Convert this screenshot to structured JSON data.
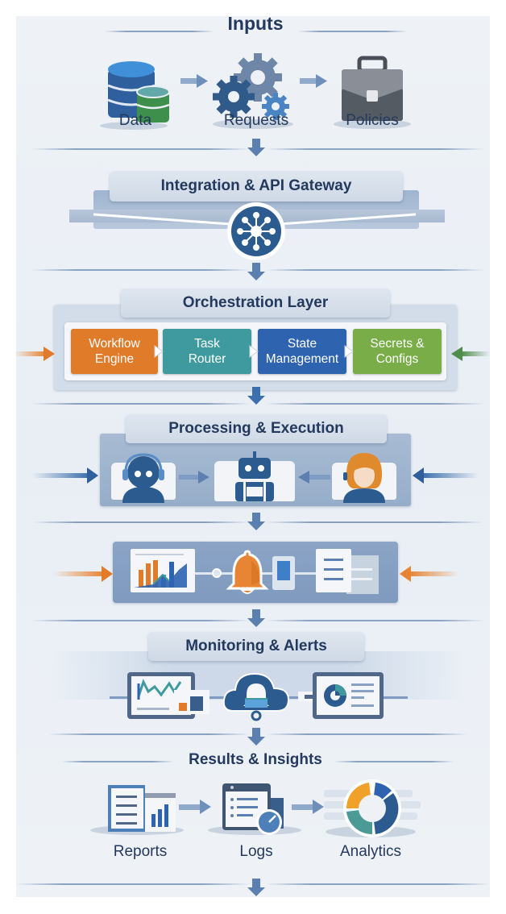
{
  "inputs": {
    "title": "Inputs",
    "items": [
      {
        "label": "Data",
        "icon": "database-icon"
      },
      {
        "label": "Requests",
        "icon": "gears-icon"
      },
      {
        "label": "Policies",
        "icon": "briefcase-icon"
      }
    ]
  },
  "gateway": {
    "title": "Integration & API Gateway",
    "icon": "hub-network-icon"
  },
  "orchestration": {
    "title": "Orchestration Layer",
    "components": [
      {
        "line1": "Workflow",
        "line2": "Engine",
        "color": "#e07b2a"
      },
      {
        "line1": "Task",
        "line2": "Router",
        "color": "#3e9a9e"
      },
      {
        "line1": "State",
        "line2": "Management",
        "color": "#2e63b0"
      },
      {
        "line1": "Secrets &",
        "line2": "Configs",
        "color": "#78ad48"
      }
    ],
    "left_arrow_color": "#e07b2a",
    "right_arrow_color": "#4f8d4a"
  },
  "processing": {
    "title": "Processing & Execution",
    "agents": [
      {
        "icon": "human-agent-headset-icon"
      },
      {
        "icon": "robot-icon"
      },
      {
        "icon": "human-agent-female-icon"
      }
    ]
  },
  "event_bus": {
    "icons": [
      "bar-chart-icon",
      "bell-icon",
      "device-icon",
      "document-list-icon"
    ],
    "arrow_color": "#e88535"
  },
  "monitoring": {
    "title": "Monitoring & Alerts",
    "icons": [
      "line-chart-monitor-icon",
      "cloud-bell-icon",
      "pie-chart-monitor-icon"
    ]
  },
  "results": {
    "title": "Results & Insights",
    "items": [
      {
        "label": "Reports",
        "icon": "report-icon"
      },
      {
        "label": "Logs",
        "icon": "logs-gauge-icon"
      },
      {
        "label": "Analytics",
        "icon": "donut-chart-icon"
      }
    ]
  },
  "colors": {
    "primary": "#2b5b8f",
    "accent_orange": "#e88535",
    "text": "#23395d",
    "arrow": "#5b7fae"
  }
}
